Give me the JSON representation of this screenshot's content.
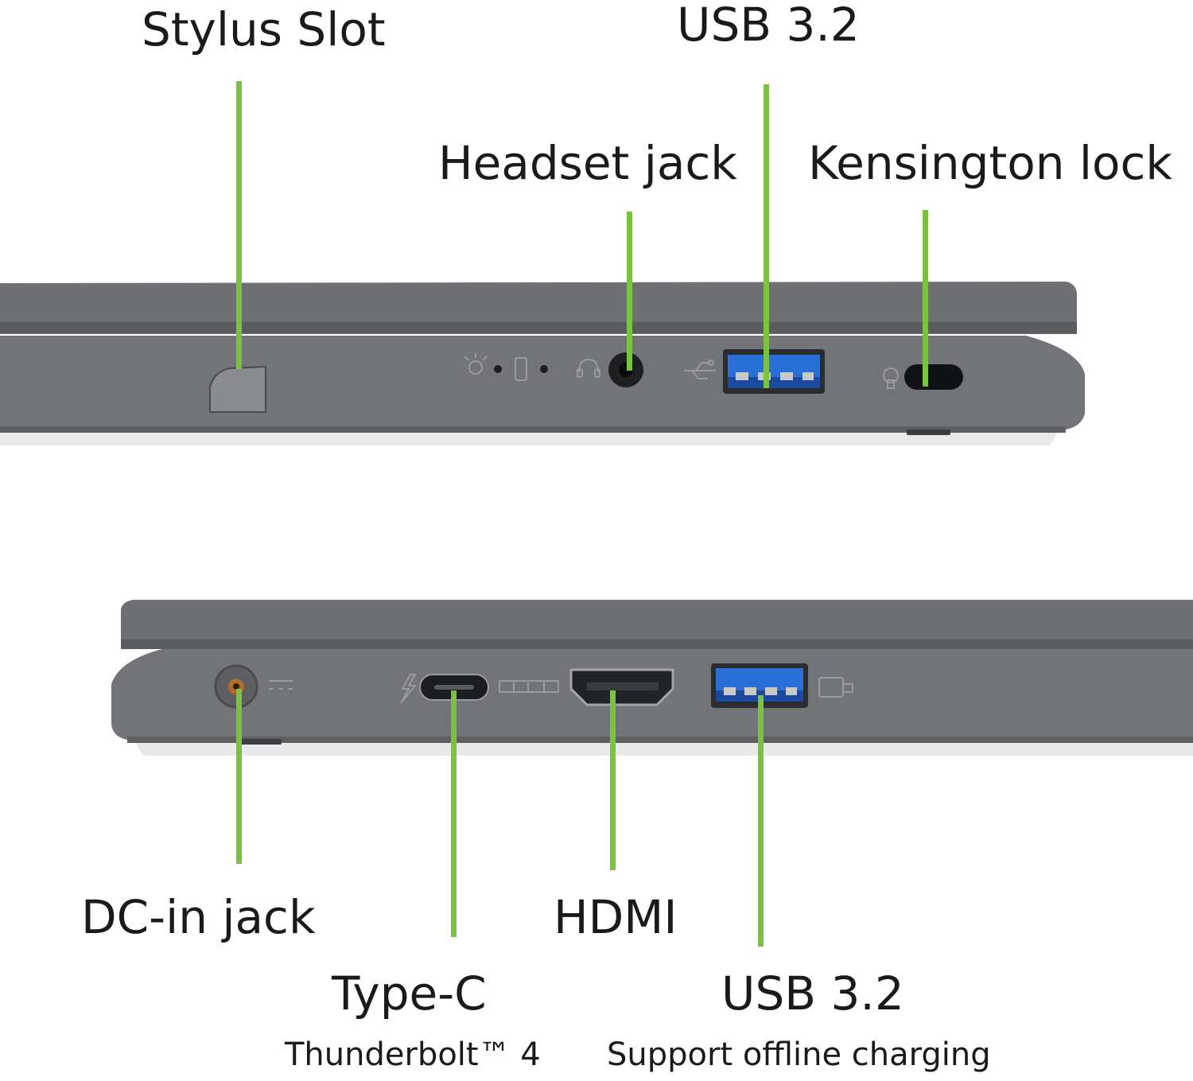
{
  "labels": {
    "stylus_slot": "Stylus Slot",
    "usb_top": "USB 3.2",
    "headset_jack": "Headset jack",
    "kensington_lock": "Kensington lock",
    "dc_in_jack": "DC-in jack",
    "type_c": "Type-C",
    "type_c_sub": "Thunderbolt™ 4",
    "hdmi": "HDMI",
    "usb_bottom": "USB 3.2",
    "usb_bottom_sub": "Support offline charging"
  },
  "colors": {
    "leader_line": "#7cc242",
    "chassis": "#6e6f72",
    "chassis_dark": "#55565a",
    "usb_blue": "#2a6fd6"
  }
}
